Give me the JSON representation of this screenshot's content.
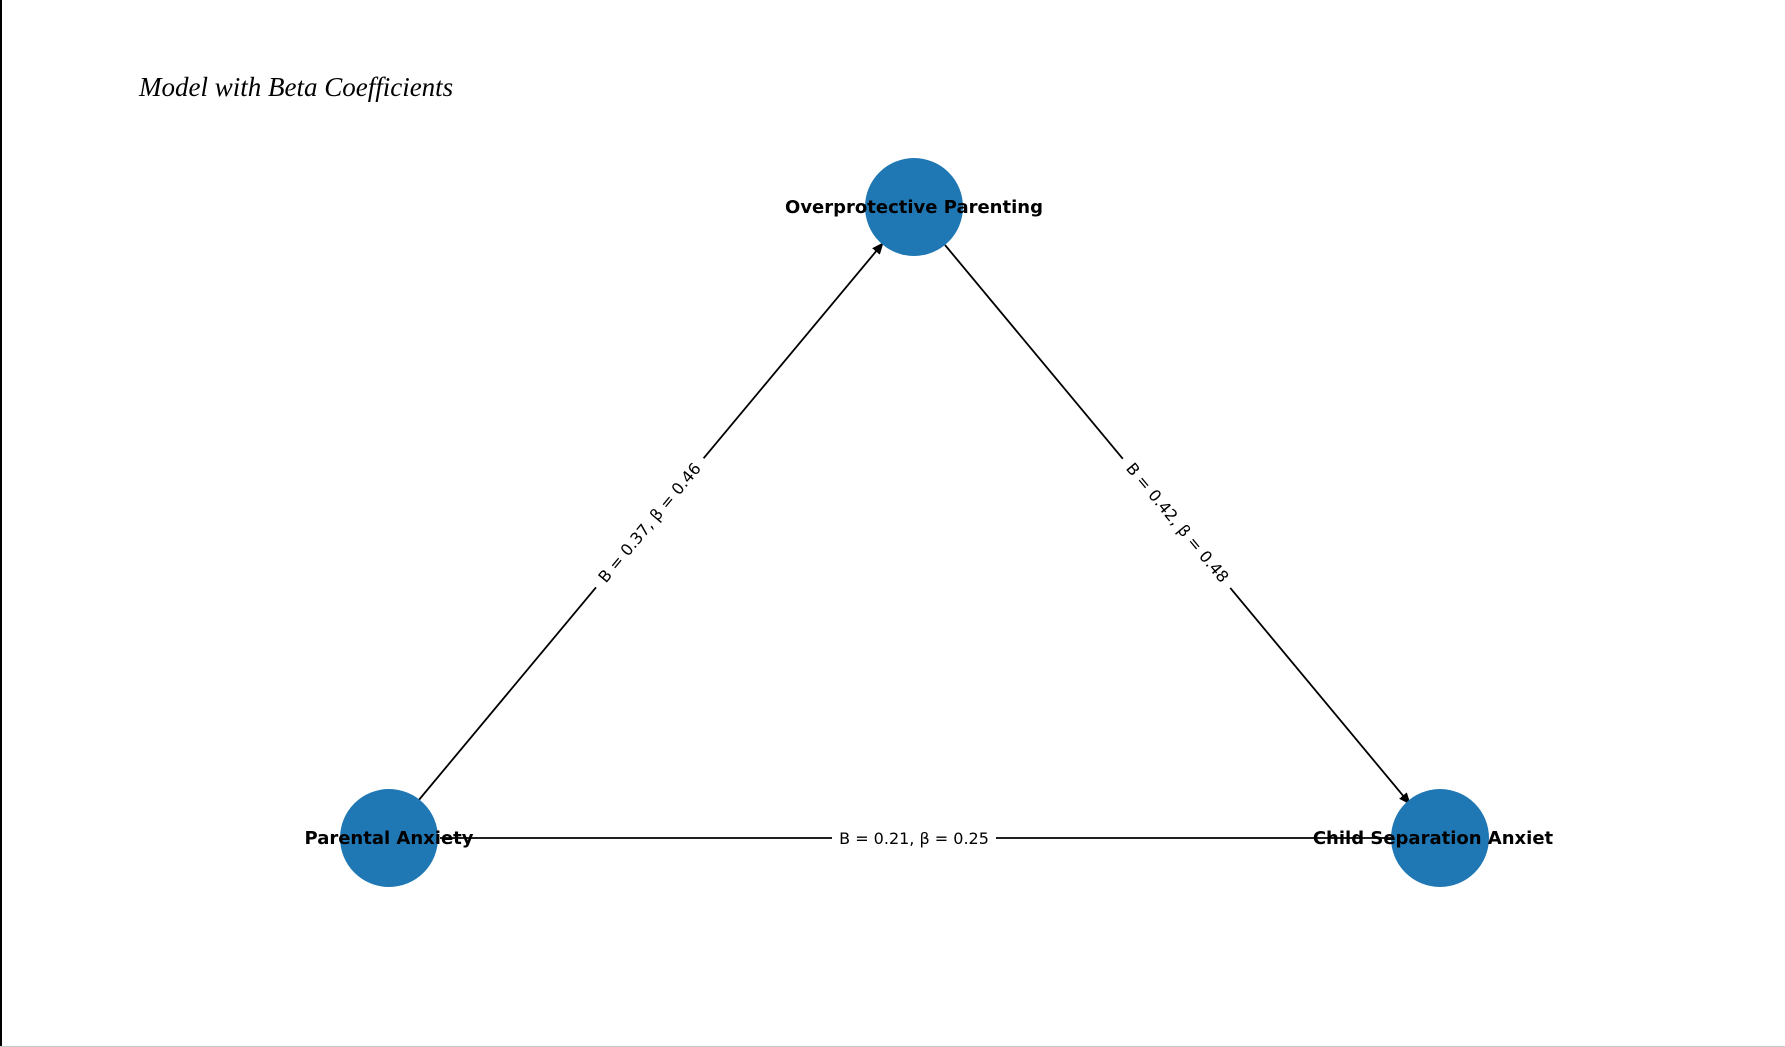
{
  "title": "Model with Beta Coefficients",
  "colors": {
    "node_fill": "#1f77b4",
    "edge": "#000000",
    "label_bg": "#ffffff"
  },
  "nodes": {
    "parental_anxiety": "Parental Anxiety",
    "overprotective_parenting": "Overprotective Parenting",
    "child_separation_anxiety": "Child Separation Anxiet"
  },
  "edges": {
    "pa_to_op": "B = 0.37, β = 0.46",
    "op_to_csa": "B = 0.42, β = 0.48",
    "pa_to_csa": "B = 0.21, β = 0.25"
  }
}
